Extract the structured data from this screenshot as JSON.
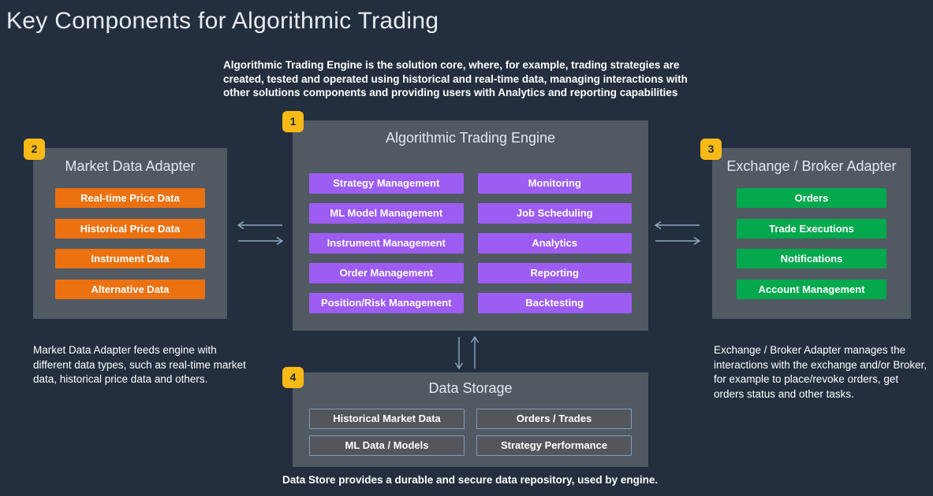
{
  "colors": {
    "background": "#232f3e",
    "panel": "#515963",
    "purple": "#9d5cf2",
    "orange": "#ec7211",
    "green": "#04a94e",
    "badgeBg": "#f9ba16",
    "badgeText": "#1c2835",
    "storageChipBg": "#54565c",
    "storageChipBorder": "#7f9cc0",
    "arrow": "#8fa9c6",
    "heading": "#e9edf2",
    "text": "#ffffff"
  },
  "title": "Key Components for Algorithmic Trading",
  "intro": "Algorithmic Trading Engine is the solution core, where, for example, trading strategies are created, tested and operated using historical and real-time data, managing interactions with other solutions components and providing users with Analytics and reporting capabilities",
  "engine": {
    "badge": "1",
    "title": "Algorithmic Trading Engine",
    "leftItems": [
      "Strategy Management",
      "ML Model Management",
      "Instrument Management",
      "Order Management",
      "Position/Risk Management"
    ],
    "rightItems": [
      "Monitoring",
      "Job Scheduling",
      "Analytics",
      "Reporting",
      "Backtesting"
    ]
  },
  "marketDataAdapter": {
    "badge": "2",
    "title": "Market Data Adapter",
    "items": [
      "Real-time Price Data",
      "Historical Price Data",
      "Instrument Data",
      "Alternative Data"
    ],
    "description": "Market Data Adapter feeds engine with different data types, such as real-time market data, historical price data and others."
  },
  "exchangeBrokerAdapter": {
    "badge": "3",
    "title": "Exchange / Broker Adapter",
    "items": [
      "Orders",
      "Trade Executions",
      "Notifications",
      "Account Management"
    ],
    "description": "Exchange / Broker Adapter manages the interactions with the exchange and/or Broker, for example to place/revoke orders, get orders status and other tasks."
  },
  "dataStorage": {
    "badge": "4",
    "title": "Data Storage",
    "items": [
      "Historical Market Data",
      "Orders / Trades",
      "ML Data / Models",
      "Strategy Performance"
    ],
    "description": "Data Store provides a durable and secure data repository, used by engine."
  }
}
